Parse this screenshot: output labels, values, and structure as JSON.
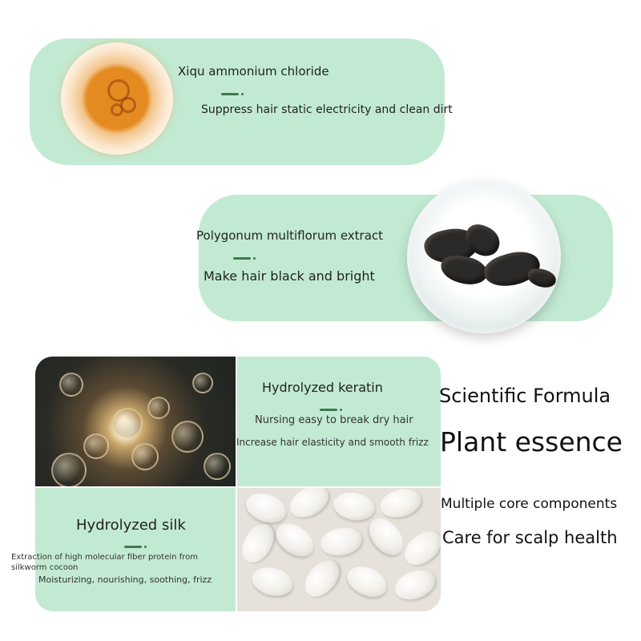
{
  "ingredient_1": {
    "name": "Xiqu ammonium chloride",
    "description": "Suppress hair static electricity and clean dirt"
  },
  "ingredient_2": {
    "name": "Polygonum multiflorum extract",
    "description": "Make hair black and bright"
  },
  "ingredient_3": {
    "name": "Hydrolyzed keratin",
    "line_1": "Nursing easy to break dry hair",
    "line_2": "Increase hair elasticity and smooth frizz"
  },
  "ingredient_4": {
    "name": "Hydrolyzed silk",
    "line_1a": "Extraction of high molecular fiber protein from",
    "line_1b": "silkworm cocoon",
    "line_2": "Moisturizing, nourishing, soothing, frizz"
  },
  "headline": {
    "line_1": "Scientific Formula",
    "line_2": "Plant essence",
    "line_3": "Multiple core components",
    "line_4": "Care for scalp health"
  },
  "colors": {
    "panel": "#c2ead2",
    "accent": "#3c7a4e"
  }
}
